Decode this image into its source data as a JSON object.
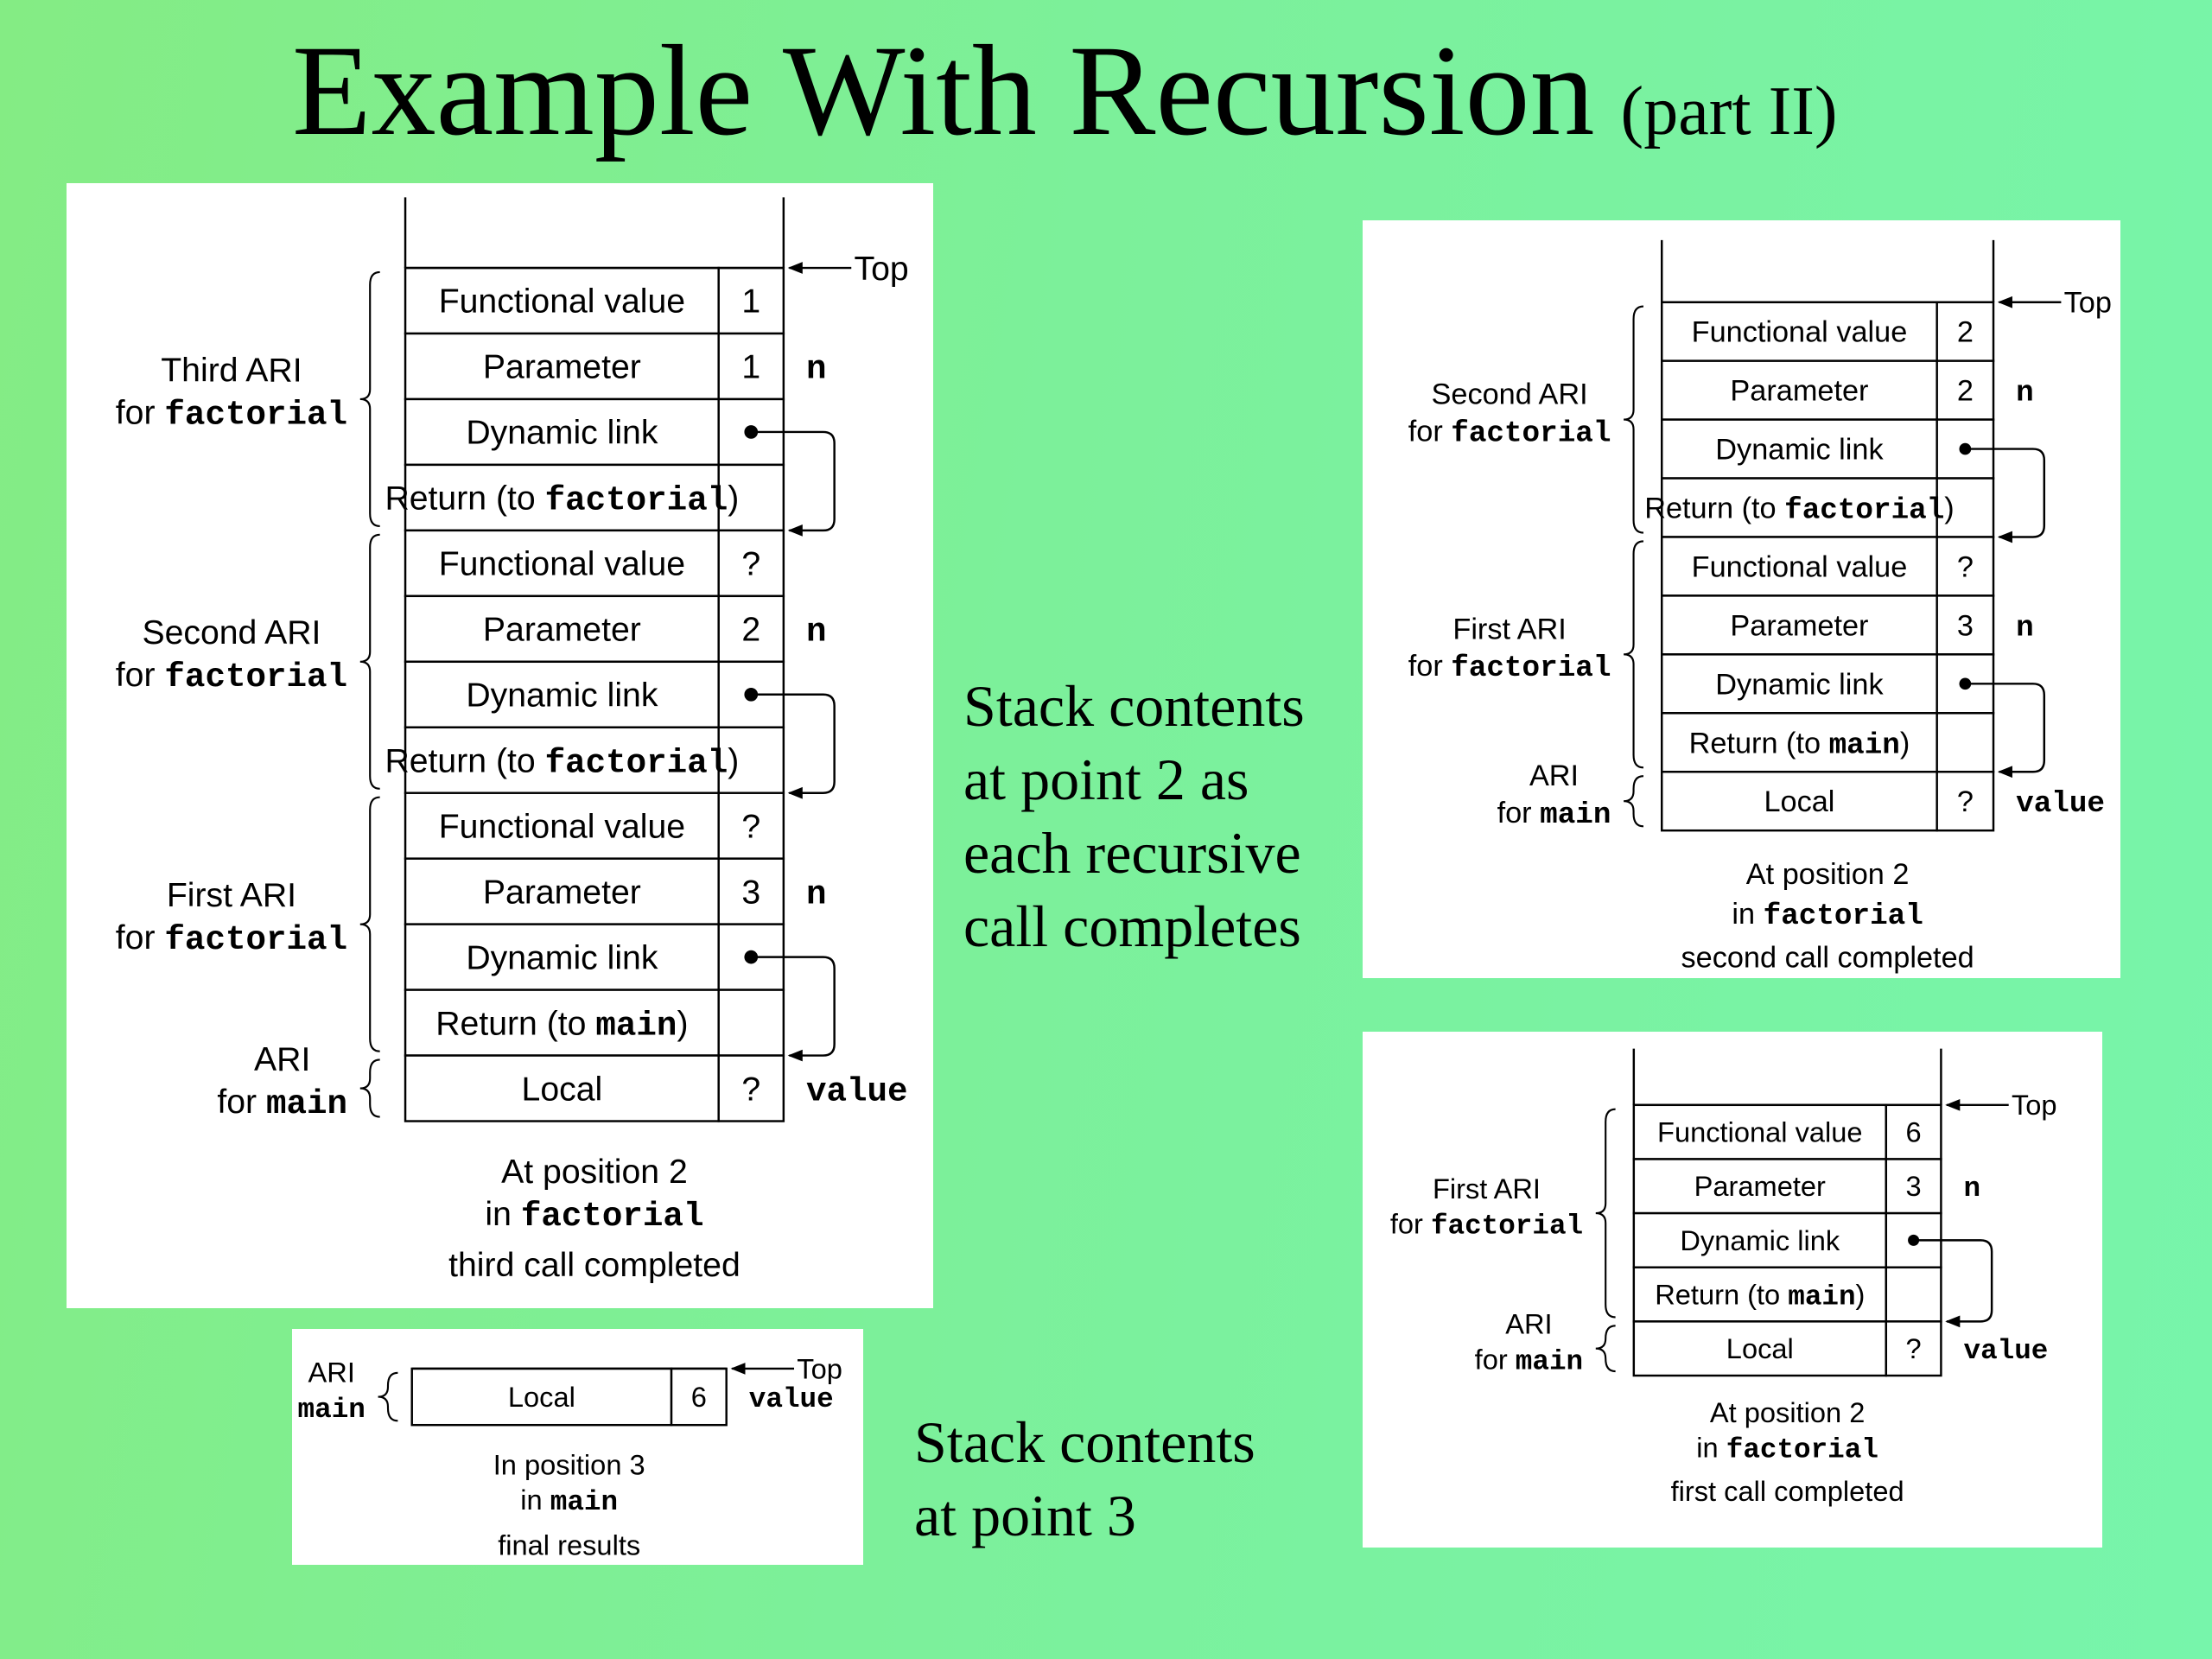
{
  "title": {
    "main": "Example With Recursion",
    "sub": "(part II)"
  },
  "notes": {
    "point2": [
      "Stack contents",
      "at point 2 as",
      "each recursive",
      "call completes"
    ],
    "point3": [
      "Stack contents",
      "at point 3"
    ]
  },
  "colors": {
    "background_start": "#84ec84",
    "background_end": "#77f5ab",
    "panel": "#ffffff",
    "ink": "#000000"
  },
  "panels": [
    {
      "id": "third-call",
      "top_label": "Top",
      "groups": [
        {
          "label": [
            "Third ARI",
            "for factorial"
          ],
          "rows": [
            {
              "label": "Functional value",
              "value": "1",
              "note": ""
            },
            {
              "label": "Parameter",
              "value": "1",
              "note": "n"
            },
            {
              "label": "Dynamic link",
              "value": "",
              "note": "",
              "link": true
            },
            {
              "label": "Return (to factorial)",
              "value": "",
              "note": ""
            }
          ]
        },
        {
          "label": [
            "Second ARI",
            "for factorial"
          ],
          "rows": [
            {
              "label": "Functional value",
              "value": "?",
              "note": ""
            },
            {
              "label": "Parameter",
              "value": "2",
              "note": "n"
            },
            {
              "label": "Dynamic link",
              "value": "",
              "note": "",
              "link": true
            },
            {
              "label": "Return (to factorial)",
              "value": "",
              "note": ""
            }
          ]
        },
        {
          "label": [
            "First ARI",
            "for factorial"
          ],
          "rows": [
            {
              "label": "Functional value",
              "value": "?",
              "note": ""
            },
            {
              "label": "Parameter",
              "value": "3",
              "note": "n"
            },
            {
              "label": "Dynamic link",
              "value": "",
              "note": "",
              "link": true
            },
            {
              "label": "Return (to main)",
              "value": "",
              "note": ""
            }
          ]
        },
        {
          "label": [
            "ARI",
            "for main"
          ],
          "rows": [
            {
              "label": "Local",
              "value": "?",
              "note": "value"
            }
          ]
        }
      ],
      "caption": [
        "At position 2",
        "in factorial",
        "third call completed"
      ]
    },
    {
      "id": "second-call",
      "top_label": "Top",
      "groups": [
        {
          "label": [
            "Second ARI",
            "for factorial"
          ],
          "rows": [
            {
              "label": "Functional value",
              "value": "2",
              "note": ""
            },
            {
              "label": "Parameter",
              "value": "2",
              "note": "n"
            },
            {
              "label": "Dynamic link",
              "value": "",
              "note": "",
              "link": true
            },
            {
              "label": "Return (to factorial)",
              "value": "",
              "note": ""
            }
          ]
        },
        {
          "label": [
            "First ARI",
            "for factorial"
          ],
          "rows": [
            {
              "label": "Functional value",
              "value": "?",
              "note": ""
            },
            {
              "label": "Parameter",
              "value": "3",
              "note": "n"
            },
            {
              "label": "Dynamic link",
              "value": "",
              "note": "",
              "link": true
            },
            {
              "label": "Return (to main)",
              "value": "",
              "note": ""
            }
          ]
        },
        {
          "label": [
            "ARI",
            "for main"
          ],
          "rows": [
            {
              "label": "Local",
              "value": "?",
              "note": "value"
            }
          ]
        }
      ],
      "caption": [
        "At position 2",
        "in factorial",
        "second call completed"
      ]
    },
    {
      "id": "first-call",
      "top_label": "Top",
      "groups": [
        {
          "label": [
            "First ARI",
            "for factorial"
          ],
          "rows": [
            {
              "label": "Functional value",
              "value": "6",
              "note": ""
            },
            {
              "label": "Parameter",
              "value": "3",
              "note": "n"
            },
            {
              "label": "Dynamic link",
              "value": "",
              "note": "",
              "link": true
            },
            {
              "label": "Return (to main)",
              "value": "",
              "note": ""
            }
          ]
        },
        {
          "label": [
            "ARI",
            "for main"
          ],
          "rows": [
            {
              "label": "Local",
              "value": "?",
              "note": "value"
            }
          ]
        }
      ],
      "caption": [
        "At position 2",
        "in factorial",
        "first call completed"
      ]
    },
    {
      "id": "final",
      "top_label": "Top",
      "groups": [
        {
          "label": [
            "ARI",
            "main"
          ],
          "rows": [
            {
              "label": "Local",
              "value": "6",
              "note": "value"
            }
          ]
        }
      ],
      "caption": [
        "In position 3",
        "in main",
        "final results"
      ]
    }
  ]
}
